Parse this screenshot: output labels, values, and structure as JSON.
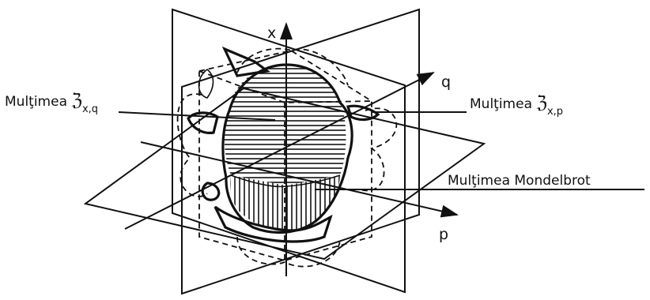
{
  "axes": {
    "x": "x",
    "q": "q",
    "p": "p"
  },
  "labels": {
    "set_xq": {
      "prefix": "Mulţimea ",
      "symbol": "ℨ",
      "sub": "x,q"
    },
    "set_xp": {
      "prefix": "Mulţimea ",
      "symbol": "ℨ",
      "sub": "x,p"
    },
    "mandelbrot": "Mulţimea Mondelbrot"
  }
}
